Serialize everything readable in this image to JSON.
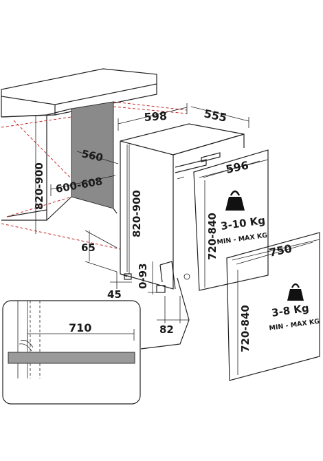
{
  "dimensions": {
    "cabinet_width": "598",
    "cabinet_depth": "555",
    "niche_depth": "560",
    "niche_width": "600-608",
    "niche_height": "820-900",
    "appliance_height": "820-900",
    "plinth_gap": "65",
    "foot_depth": "45",
    "adjust_range": "0-93",
    "foot_offset": "82",
    "panel_a_width": "596",
    "panel_a_height": "720-840",
    "panel_b_width": "750",
    "panel_b_height": "720-840",
    "detail_width": "710"
  },
  "panel_a": {
    "weight": "3-10 Kg",
    "weight_note": "MIN - MAX KG"
  },
  "panel_b": {
    "weight": "3-8 Kg",
    "weight_note": "MIN - MAX KG"
  },
  "icons": [
    "weight-icon"
  ]
}
